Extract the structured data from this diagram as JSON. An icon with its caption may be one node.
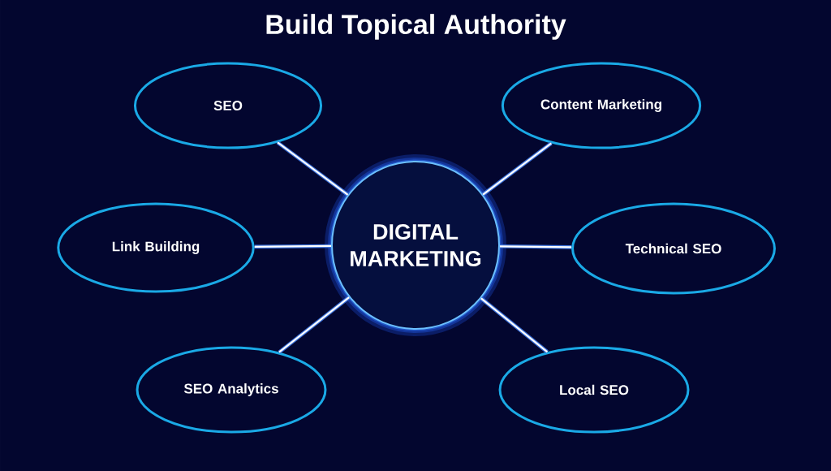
{
  "diagram": {
    "title": "Build Topical Authority",
    "nodes": [
      {
        "text": [
          "SEO"
        ]
      },
      {
        "text": [
          "Content Marketing"
        ]
      },
      {
        "text": [
          "Link Building"
        ]
      },
      {
        "text": [
          "DIGITAL MARKETING"
        ]
      },
      {
        "text": [
          "Technical SEO"
        ]
      },
      {
        "text": [
          "SEO Analytics"
        ]
      },
      {
        "text": [
          "Local SEO"
        ]
      }
    ],
    "edges": [
      {
        "from": 3,
        "to": 0,
        "arrow": "none"
      },
      {
        "from": 3,
        "to": 1,
        "arrow": "none"
      },
      {
        "from": 3,
        "to": 2,
        "arrow": "none"
      },
      {
        "from": 3,
        "to": 4,
        "arrow": "none"
      },
      {
        "from": 3,
        "to": 5,
        "arrow": "none"
      },
      {
        "from": 3,
        "to": 6,
        "arrow": "none"
      }
    ]
  }
}
